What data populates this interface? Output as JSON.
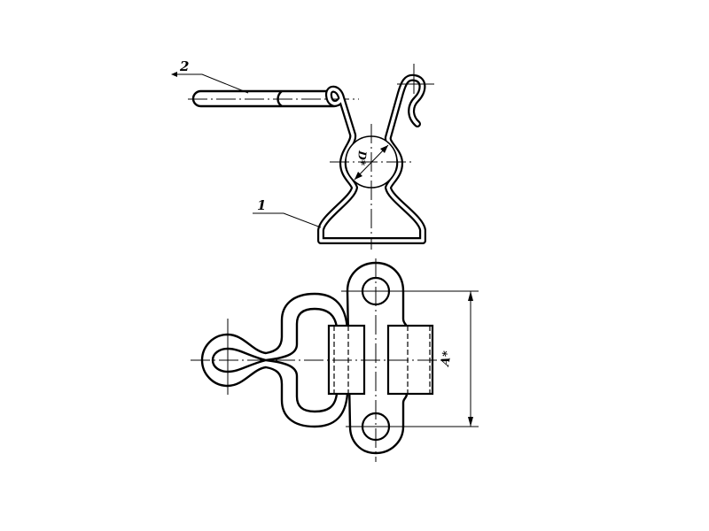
{
  "drawing": {
    "colors": {
      "ink": "#000000",
      "paper": "#ffffff"
    },
    "side_view": {
      "part_labels": [
        {
          "number": "2"
        },
        {
          "number": "1"
        }
      ],
      "dimension_diameter": "D*"
    },
    "front_view": {
      "dimension_height": "A*"
    }
  }
}
